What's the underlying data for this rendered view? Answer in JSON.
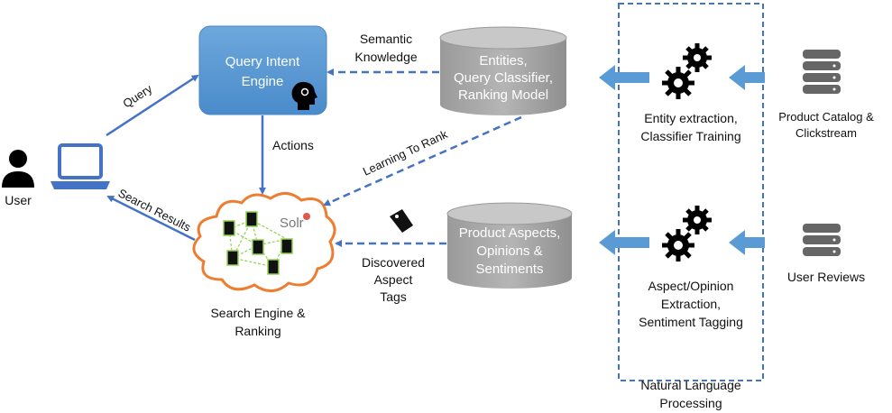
{
  "nodes": {
    "user": "User",
    "query_intent_engine": [
      "Query Intent",
      "Engine"
    ],
    "entities_db": [
      "Entities,",
      "Query Classifier,",
      "Ranking Model"
    ],
    "aspects_db": [
      "Product Aspects,",
      "Opinions &",
      "Sentiments"
    ],
    "entity_extraction": [
      "Entity extraction,",
      "Classifier Training"
    ],
    "aspect_extraction": [
      "Aspect/Opinion",
      "Extraction,",
      "Sentiment Tagging"
    ],
    "product_catalog": [
      "Product Catalog &",
      "Clickstream"
    ],
    "user_reviews": "User Reviews",
    "search_engine": [
      "Search Engine &",
      "Ranking"
    ],
    "solr_logo": "Solr",
    "nlp_group": [
      "Natural Language",
      "Processing"
    ]
  },
  "edges": {
    "query": "Query",
    "search_results": "Search Results",
    "actions": "Actions",
    "semantic_knowledge": [
      "Semantic",
      "Knowledge"
    ],
    "learning_to_rank": "Learning To Rank",
    "discovered_tags": [
      "Discovered",
      "Aspect",
      "Tags"
    ]
  },
  "colors": {
    "arrow": "#4472c4",
    "engine_box": "#5b9bd5",
    "cylinder": "#a6a6a6",
    "cloud_stroke": "#ed7d31",
    "server_green": "#92d050"
  }
}
